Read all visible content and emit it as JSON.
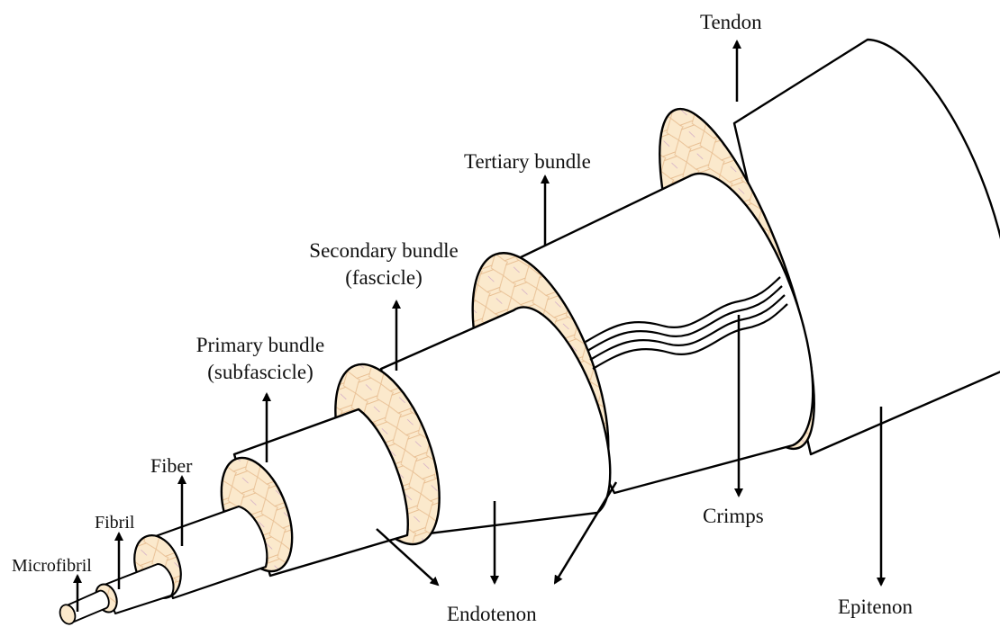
{
  "labels": {
    "tendon": "Tendon",
    "tertiary": "Tertiary bundle",
    "secondary_l1": "Secondary bundle",
    "secondary_l2": "(fascicle)",
    "primary_l1": "Primary bundle",
    "primary_l2": "(subfascicle)",
    "fiber": "Fiber",
    "fibril": "Fibril",
    "microfibril": "Microfibril",
    "crimps": "Crimps",
    "endotenon": "Endotenon",
    "epitenon": "Epitenon"
  },
  "colors": {
    "outline": "#000000",
    "body": "#ffffff",
    "cross_section_fill": "#fbe9cc",
    "cell_lines": "#e6b98a",
    "cell_accent": "#c9a0c6"
  }
}
